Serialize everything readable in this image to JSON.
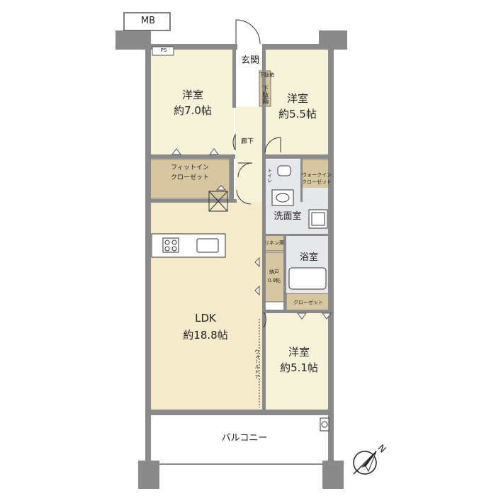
{
  "rooms": {
    "western_room_7": {
      "name": "洋室",
      "size": "約7.0帖"
    },
    "western_room_55": {
      "name": "洋室",
      "size": "約5.5帖"
    },
    "western_room_51": {
      "name": "洋室",
      "size": "約5.1帖"
    },
    "ldk": {
      "name": "LDK",
      "size": "約18.8帖"
    },
    "storage": {
      "name": "納戸",
      "size": "0.9帖"
    }
  },
  "labels": {
    "mb": "MB",
    "ps": "PS",
    "entrance": "玄関",
    "shoe_box_top": "下駄箱",
    "shoe_box": "下駄箱",
    "hallway": "廊下",
    "fit_in_closet_line1": "フィットイン",
    "fit_in_closet_line2": "クローゼット",
    "toilet": "トイレ",
    "walk_in_closet_line1": "ウォークイン",
    "walk_in_closet_line2": "クローゼット",
    "washroom": "洗面室",
    "linen": "リネン庫",
    "bathroom": "浴室",
    "closet": "クローゼット",
    "wall_door": "ウォールドア",
    "balcony": "バルコニー",
    "north": "N"
  },
  "colors": {
    "wall": "#8a8a8a",
    "room_floor": "#f7f3da",
    "ldk_floor": "#f5ebcc",
    "wet_floor": "#e6e7ea",
    "closet_fill": "#d6c7a0",
    "balcony_floor": "#ffffff"
  }
}
